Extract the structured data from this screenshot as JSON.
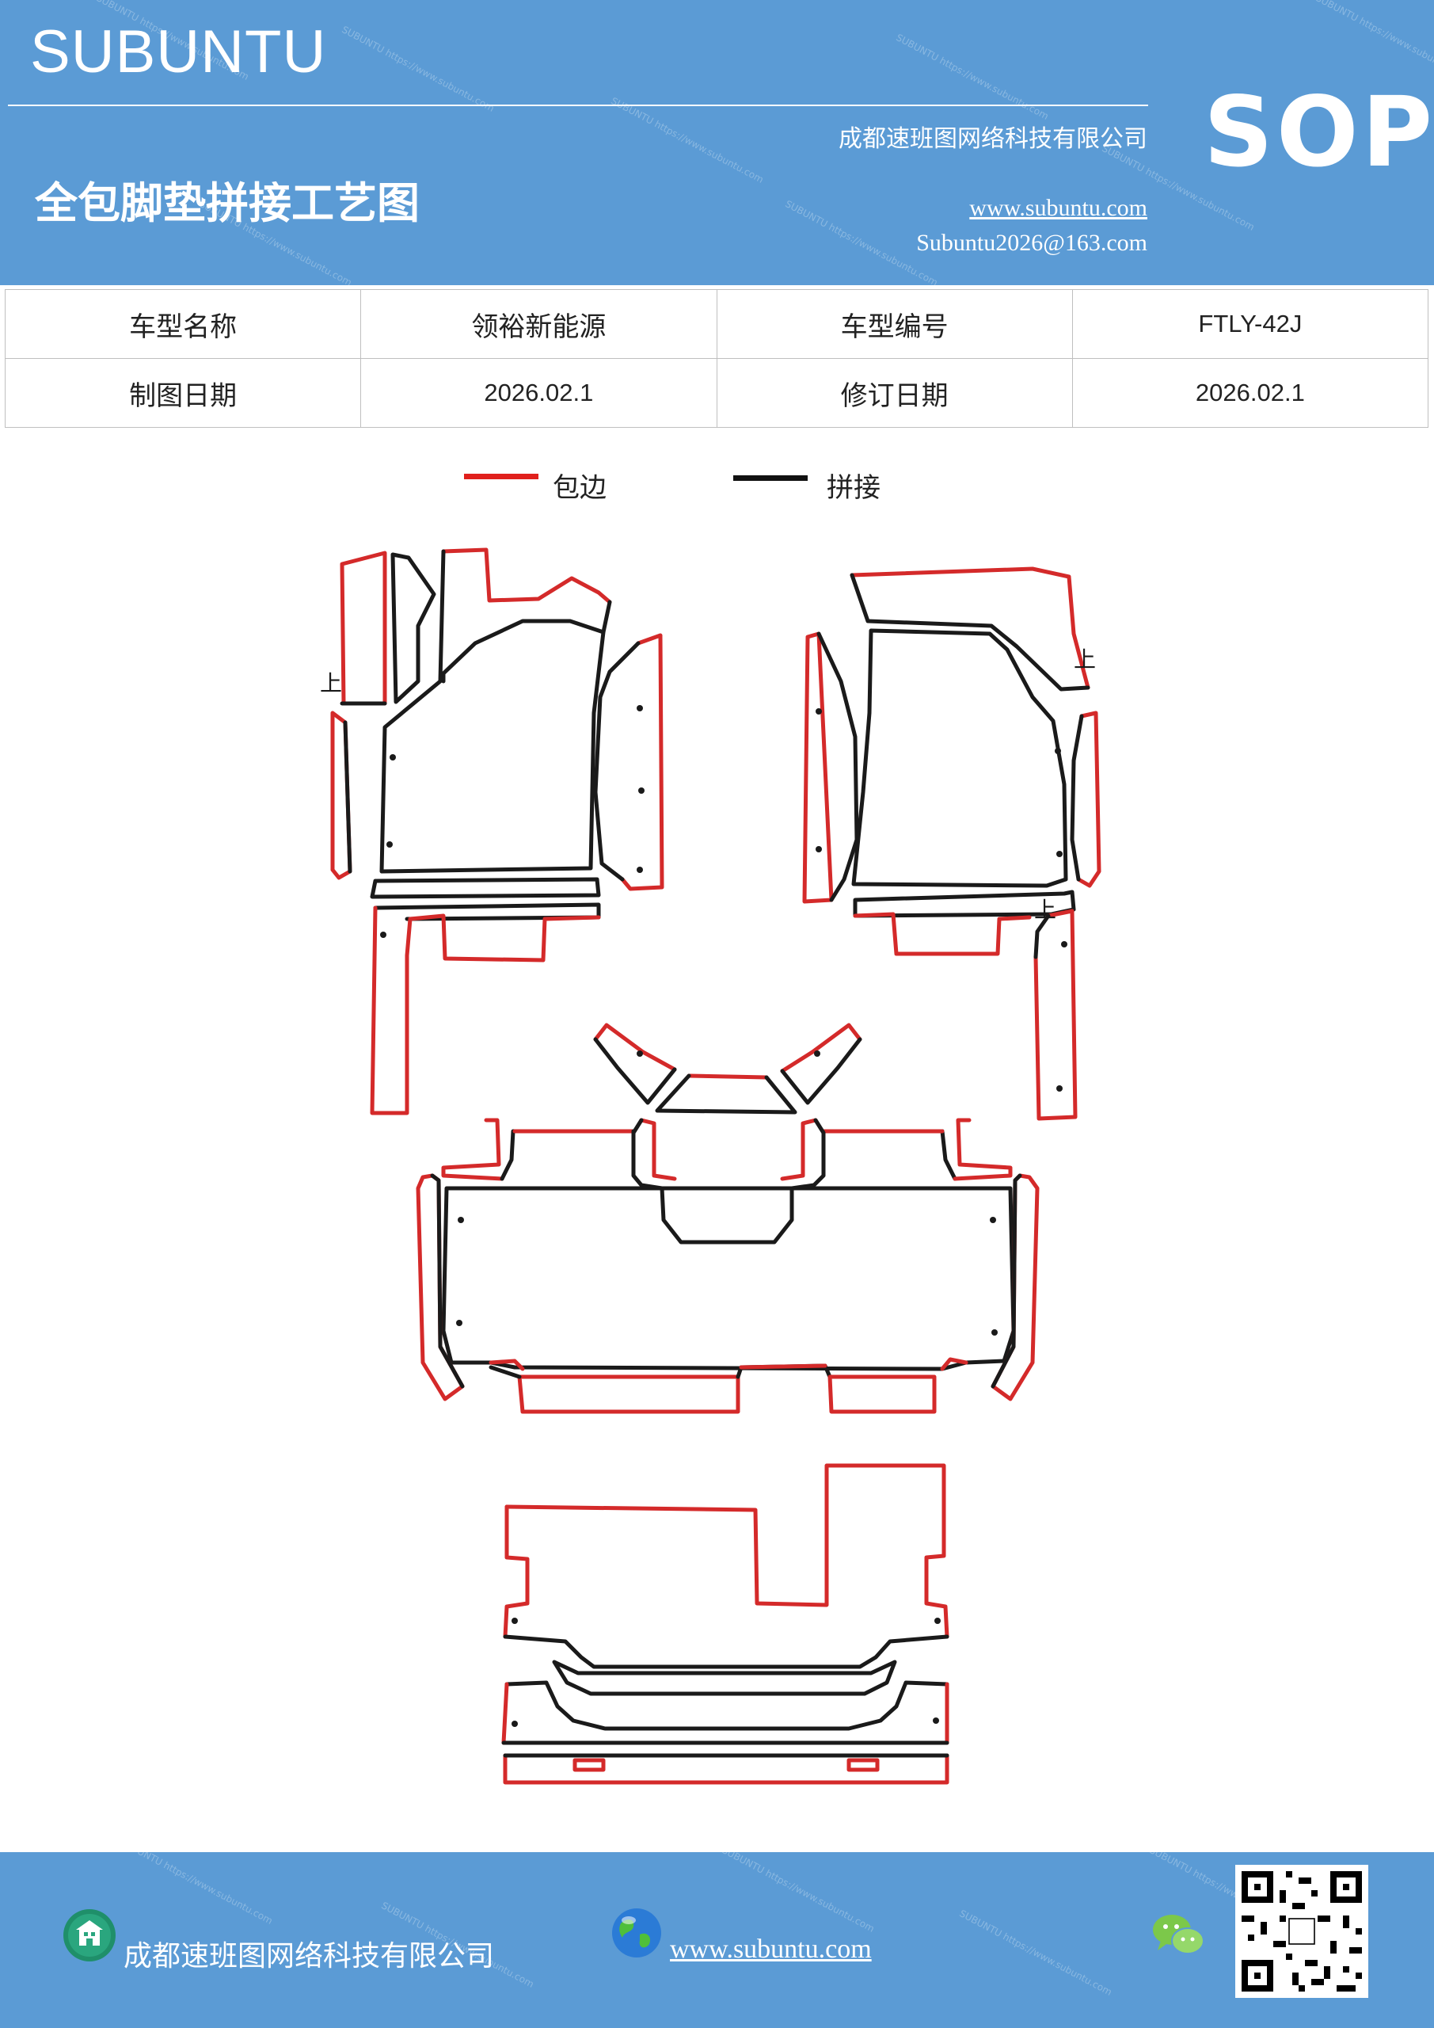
{
  "header": {
    "brand": "SUBUNTU",
    "company": "成都速班图网络科技有限公司",
    "title": "全包脚垫拼接工艺图",
    "website": "www.subuntu.com",
    "email": "Subuntu2026@163.com",
    "badge": "SOP"
  },
  "info": {
    "model_name_label": "车型名称",
    "model_name": "领裕新能源",
    "model_code_label": "车型编号",
    "model_code": "FTLY-42J",
    "draw_date_label": "制图日期",
    "draw_date": "2026.02.1",
    "revise_date_label": "修订日期",
    "revise_date": "2026.02.1"
  },
  "legend": [
    {
      "label": "包边",
      "color": "#e0201c"
    },
    {
      "label": "拼接",
      "color": "#111111"
    }
  ],
  "diagram": {
    "marks": [
      "上",
      "上",
      "上"
    ],
    "edge_color": "#d42a2a",
    "seam_color": "#1a1a1a"
  },
  "footer": {
    "company": "成都速班图网络科技有限公司",
    "website": "www.subuntu.com"
  },
  "colors": {
    "header_bg": "#5b9bd5",
    "footer_bg": "#5b9bd5"
  }
}
